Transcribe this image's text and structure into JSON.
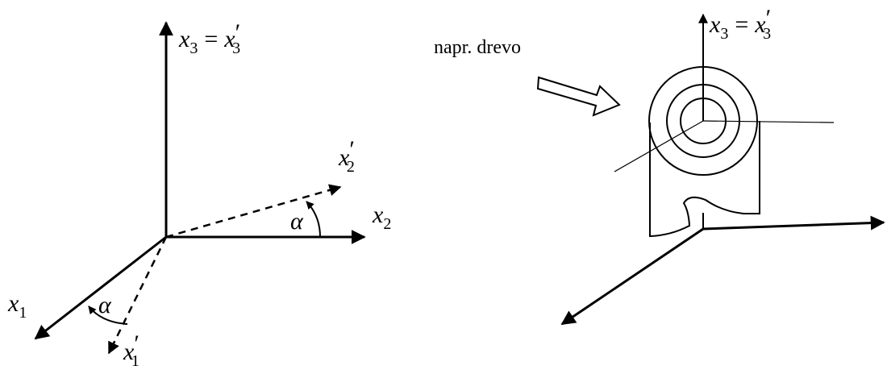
{
  "left_diagram": {
    "label_x3_eq": {
      "base": "x",
      "sub": "3",
      "eq": "=",
      "rhs_base": "x",
      "rhs_sub": "3",
      "prime": "′"
    },
    "label_x2_prime": {
      "base": "x",
      "sub": "2",
      "prime": "′"
    },
    "label_x2": {
      "base": "x",
      "sub": "2"
    },
    "label_x1": {
      "base": "x",
      "sub": "1"
    },
    "label_x1_prime": {
      "base": "x",
      "sub": "1",
      "prime": "′"
    },
    "angle_upper": "α",
    "angle_lower": "α"
  },
  "right_diagram": {
    "note": "napr. drevo",
    "label_x3_eq": {
      "base": "x",
      "sub": "3",
      "eq": "=",
      "rhs_base": "x",
      "rhs_sub": "3",
      "prime": "′"
    }
  }
}
